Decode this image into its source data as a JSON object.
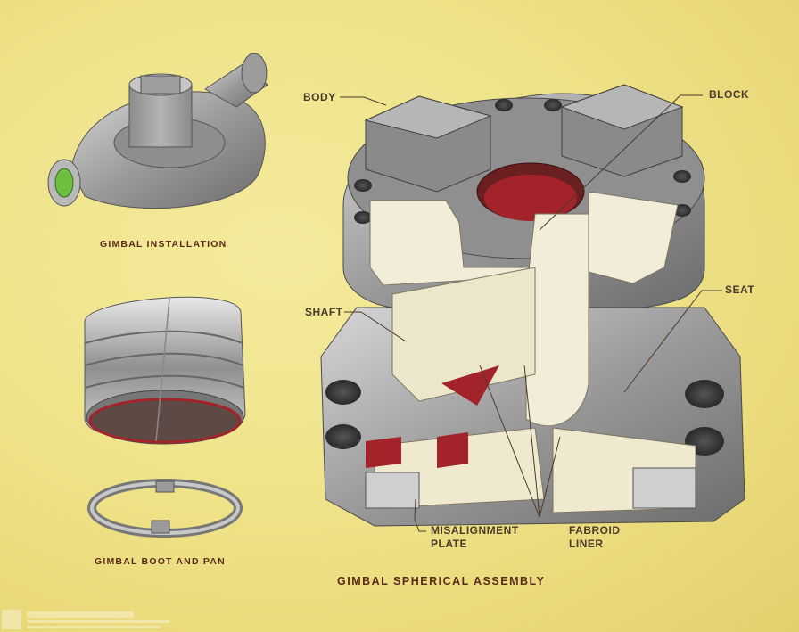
{
  "captions": {
    "installation": "GIMBAL INSTALLATION",
    "boot": "GIMBAL BOOT AND PAN",
    "assembly": "GIMBAL SPHERICAL ASSEMBLY"
  },
  "callouts": {
    "body": "BODY",
    "block": "BLOCK",
    "seat": "SEAT",
    "shaft": "SHAFT",
    "misalignment_line1": "MISALIGNMENT",
    "misalignment_line2": "PLATE",
    "fabroid_line1": "FABROID",
    "fabroid_line2": "LINER"
  },
  "colors": {
    "background": "#efe38a",
    "metal": "#a9a9a9",
    "cut_face": "#f1edd8",
    "liner_red": "#a3232b",
    "label_text": "#4a3a2a"
  }
}
